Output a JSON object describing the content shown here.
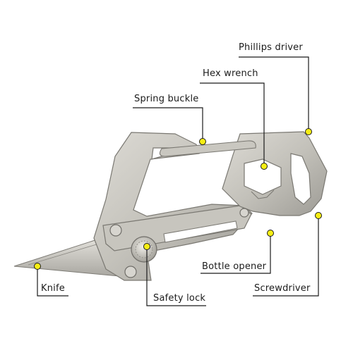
{
  "product": {
    "callouts": [
      {
        "id": "phillips-driver",
        "label": "Phillips driver"
      },
      {
        "id": "hex-wrench",
        "label": "Hex wrench"
      },
      {
        "id": "spring-buckle",
        "label": "Spring buckle"
      },
      {
        "id": "bottle-opener",
        "label": "Bottle opener"
      },
      {
        "id": "screwdriver",
        "label": "Screwdriver"
      },
      {
        "id": "knife",
        "label": "Knife"
      },
      {
        "id": "safety-lock",
        "label": "Safety lock"
      }
    ]
  },
  "colors": {
    "marker": "#f7ee14",
    "line": "#1b1b1b",
    "steel": "#bcbab3",
    "steel_dark": "#8e8c86"
  }
}
